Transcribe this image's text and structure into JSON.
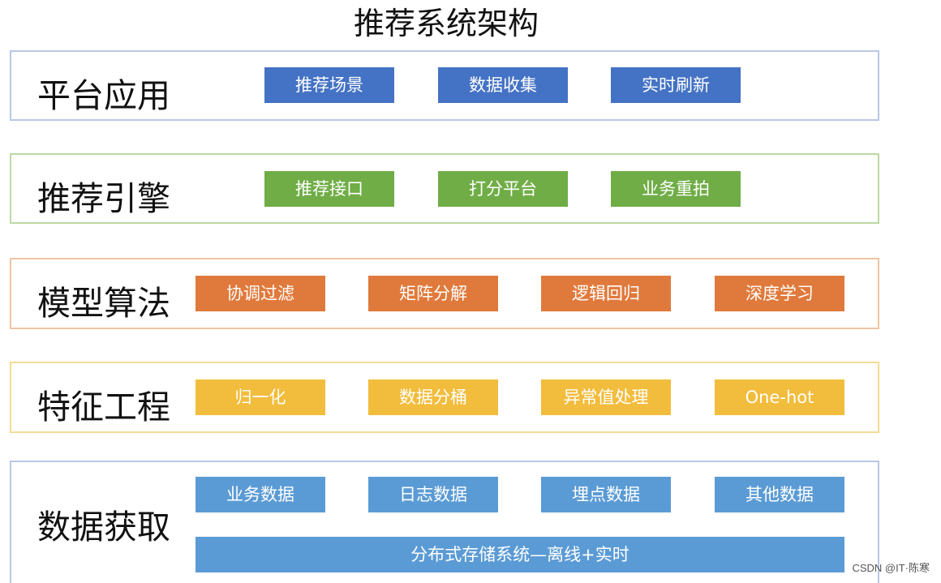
{
  "title": "推荐系统架构",
  "layers": [
    {
      "label": "平台应用",
      "color": "#4472c4",
      "items": [
        "推荐场景",
        "数据收集",
        "实时刷新"
      ]
    },
    {
      "label": "推荐引擎",
      "color": "#70ad47",
      "items": [
        "推荐接口",
        "打分平台",
        "业务重拍"
      ]
    },
    {
      "label": "模型算法",
      "color": "#e07a3c",
      "items": [
        "协调过滤",
        "矩阵分解",
        "逻辑回归",
        "深度学习"
      ]
    },
    {
      "label": "特征工程",
      "color": "#f2bc3c",
      "items": [
        "归一化",
        "数据分桶",
        "异常值处理",
        "One-hot"
      ]
    },
    {
      "label": "数据获取",
      "color": "#5b9bd5",
      "items": [
        "业务数据",
        "日志数据",
        "埋点数据",
        "其他数据"
      ],
      "wide_item": "分布式存储系统—离线+实时"
    }
  ],
  "watermark": "CSDN @IT·陈寒"
}
